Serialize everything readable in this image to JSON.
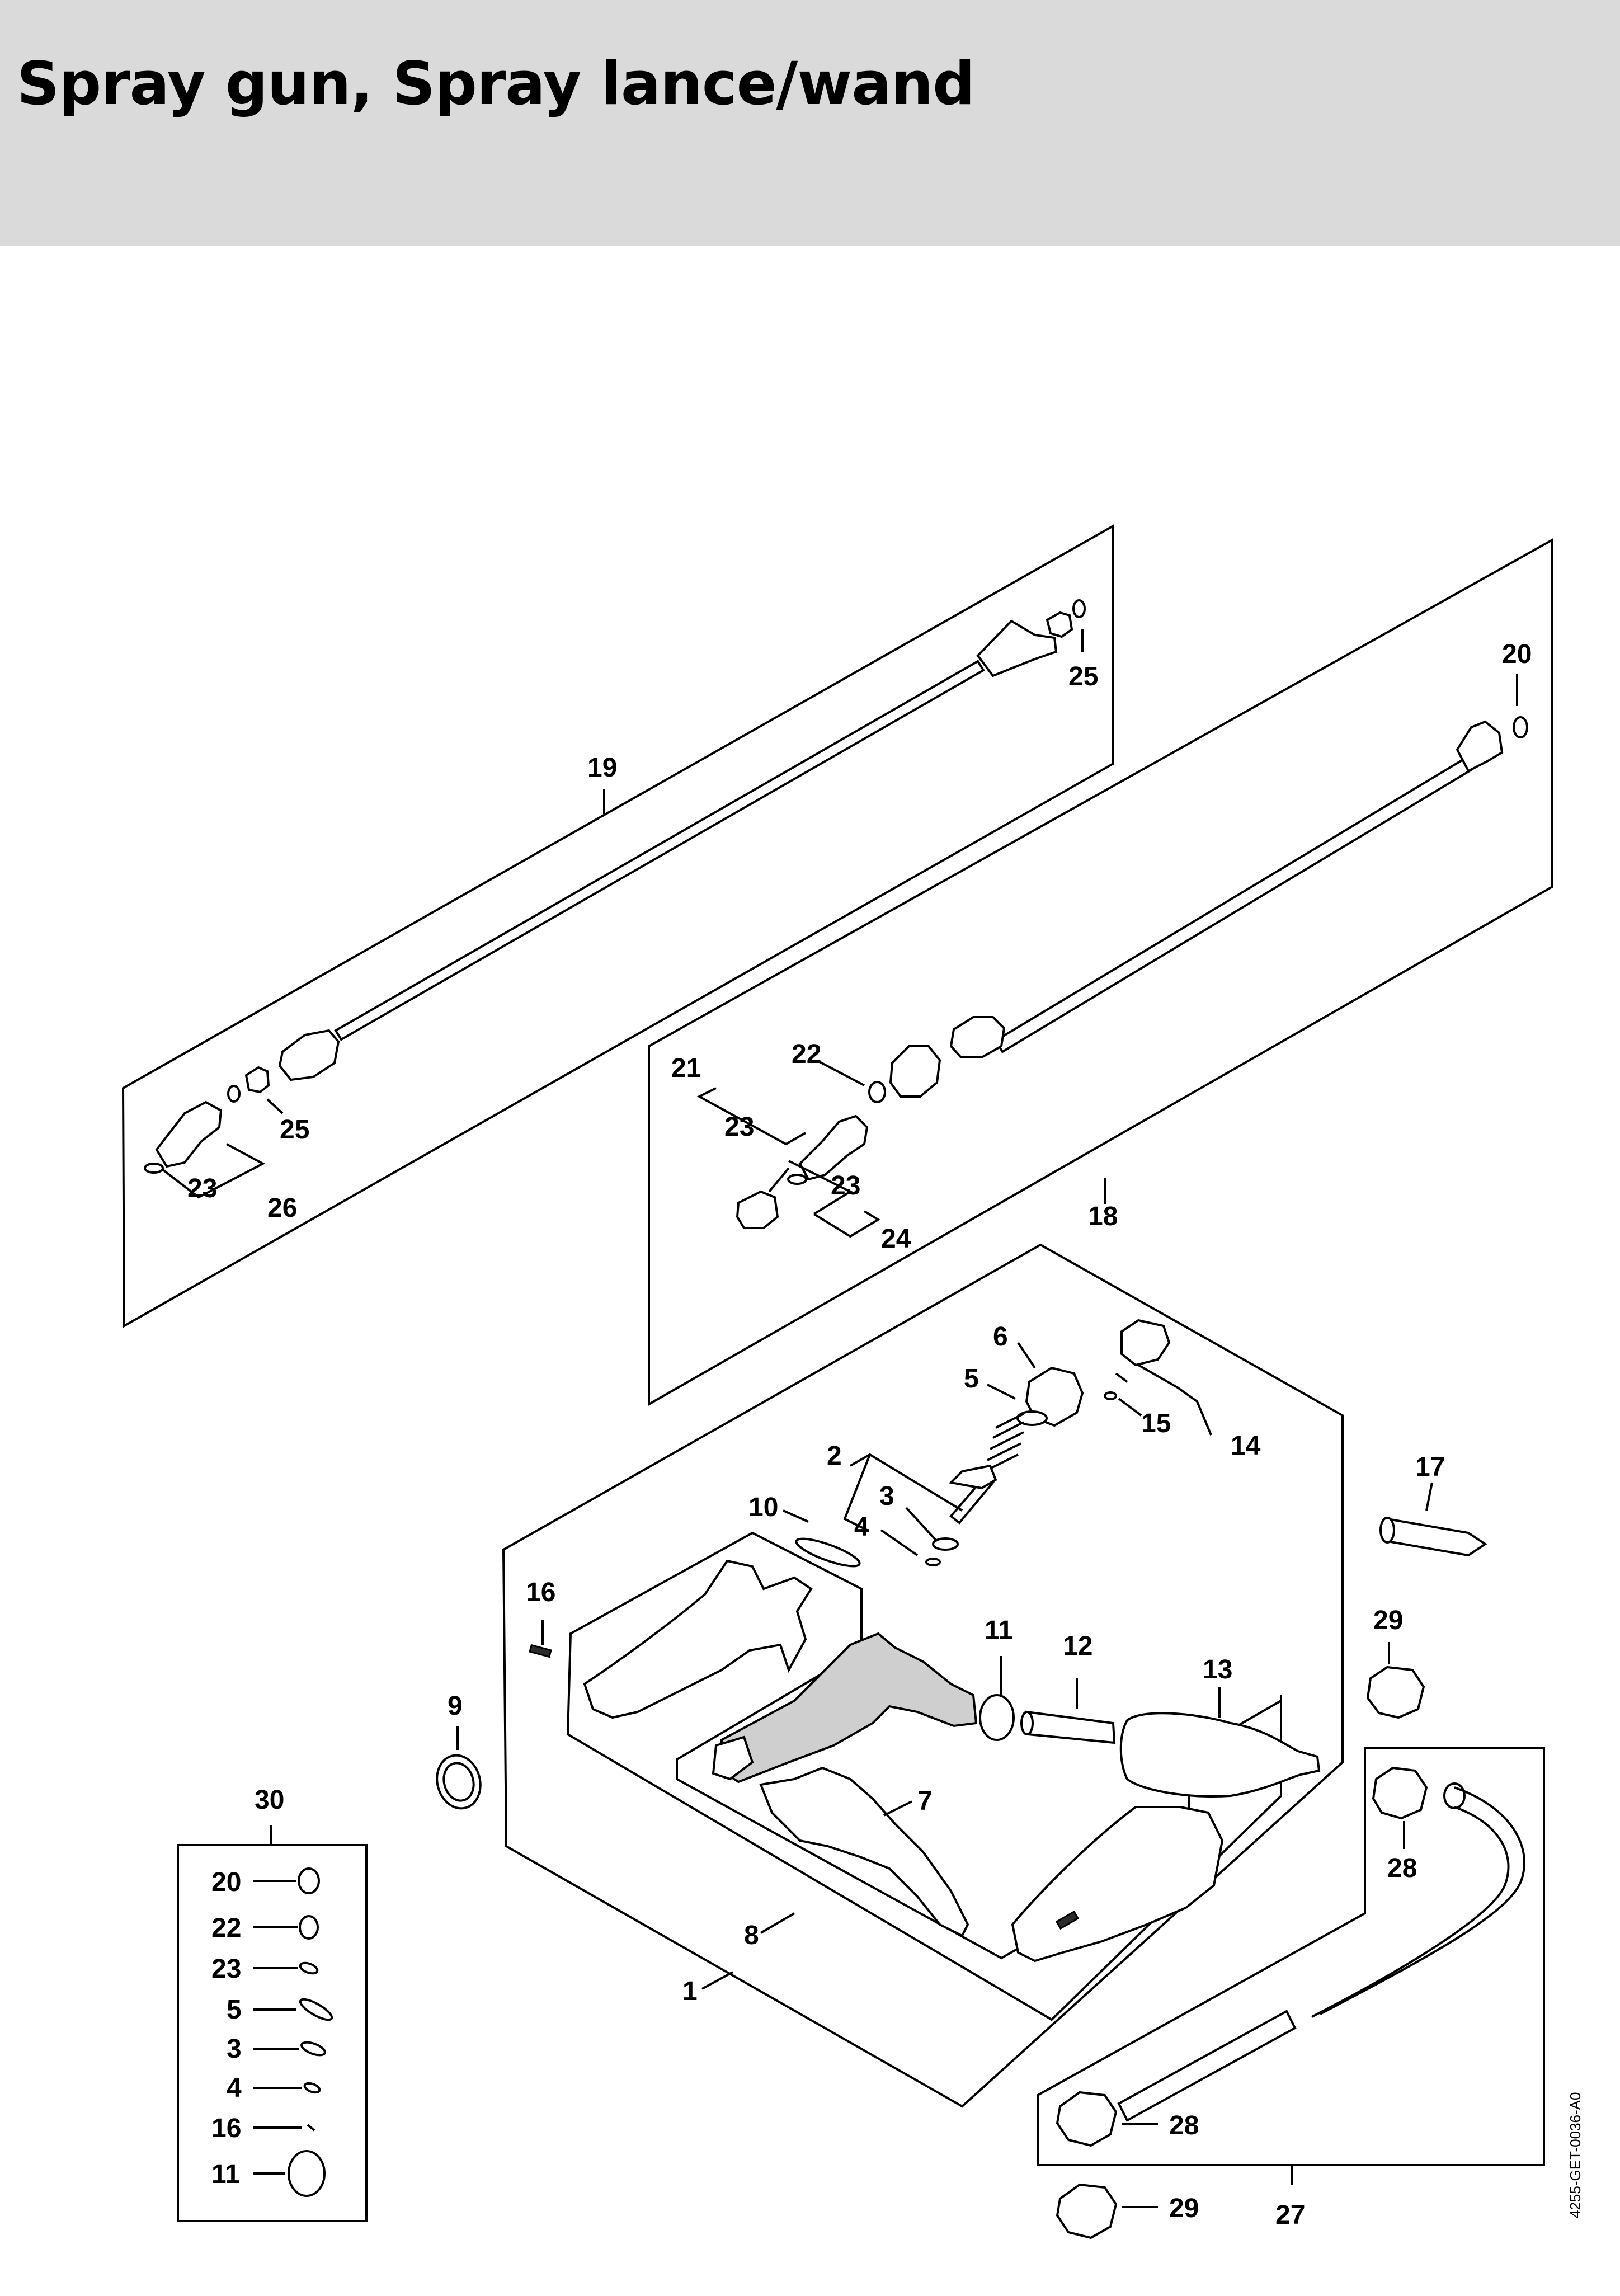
{
  "header": {
    "title": "Spray gun, Spray lance/wand"
  },
  "diagram": {
    "callouts": [
      "1",
      "2",
      "3",
      "4",
      "5",
      "6",
      "7",
      "8",
      "9",
      "10",
      "11",
      "12",
      "13",
      "14",
      "15",
      "16",
      "17",
      "18",
      "19",
      "20",
      "21",
      "22",
      "23",
      "23",
      "23",
      "23",
      "24",
      "25",
      "25",
      "26",
      "27",
      "28",
      "28",
      "29",
      "29",
      "30"
    ],
    "kit_30_items": [
      "20",
      "22",
      "23",
      "5",
      "3",
      "4",
      "16",
      "11"
    ],
    "drawing_code": "4255-GET-0036-A0"
  }
}
